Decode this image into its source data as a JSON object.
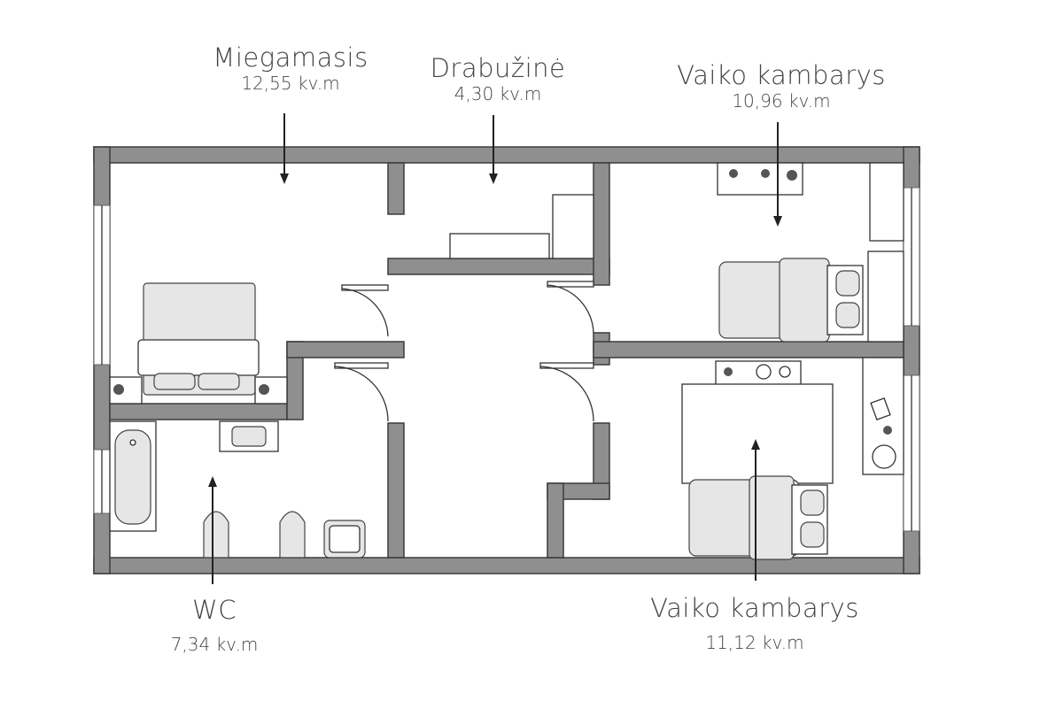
{
  "rooms": [
    {
      "id": "bedroom",
      "name": "Miegamasis",
      "area": "12,55 kv.m"
    },
    {
      "id": "wardrobe",
      "name": "Drabužinė",
      "area": "4,30 kv.m"
    },
    {
      "id": "kids-room-1",
      "name": "Vaiko kambarys",
      "area": "10,96 kv.m"
    },
    {
      "id": "wc",
      "name": "WC",
      "area": "7,34 kv.m"
    },
    {
      "id": "kids-room-2",
      "name": "Vaiko kambarys",
      "area": "11,12 kv.m"
    }
  ],
  "colors": {
    "wall_fill": "#8f8f8f",
    "wall_stroke": "#3b3b3b",
    "floor": "#ffffff",
    "text": "#444444"
  }
}
